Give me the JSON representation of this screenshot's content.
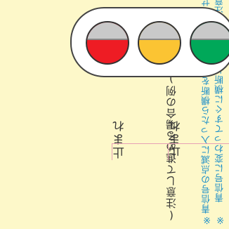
{
  "note": {
    "line1": "※ 青信号に変わってすぐに横断しないように注意しましょう。",
    "line2": "※青信号の点滅に入ったら横断を始めてはいけません。"
  },
  "signal": {
    "stop_label": "止まれ",
    "go_label": "止まれ",
    "caution_label": "(注意して進める場合の例)",
    "colors": {
      "red": "#ee1c24",
      "yellow": "#fbc433",
      "green": "#00a859",
      "hood": "#c9c9c9"
    }
  }
}
